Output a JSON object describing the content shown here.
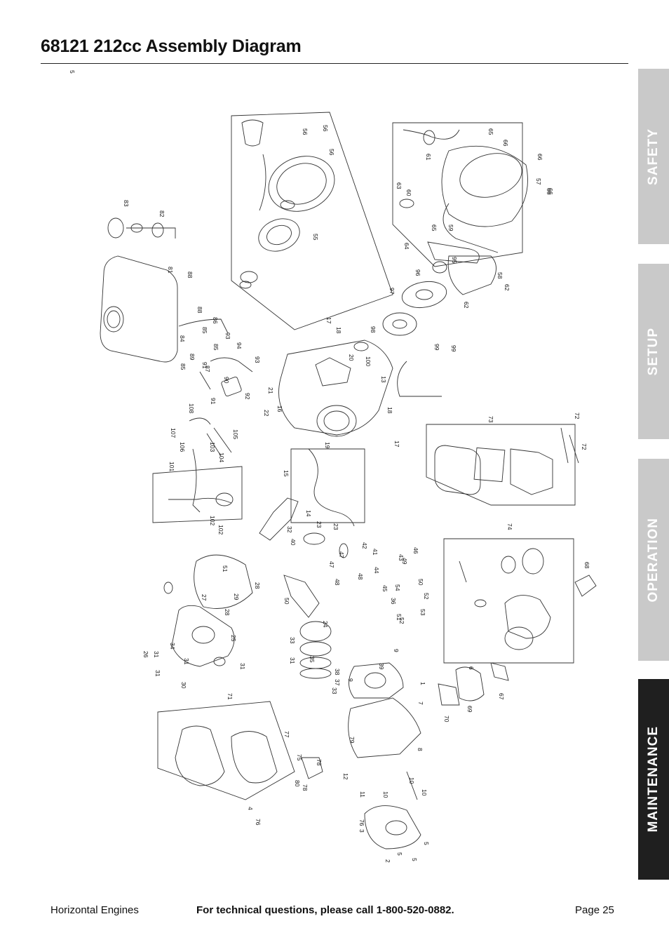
{
  "page_title": "68121 212cc Assembly Diagram",
  "side_tabs": [
    {
      "label": "SAFETY",
      "active": false
    },
    {
      "label": "SETUP",
      "active": false
    },
    {
      "label": "OPERATION",
      "active": false
    },
    {
      "label": "MAINTENANCE",
      "active": true
    }
  ],
  "footer": {
    "left": "Horizontal Engines",
    "center": "For technical questions, please call 1-800-520-0882.",
    "right": "Page 25"
  },
  "colors": {
    "tab_inactive": "#c9c9c9",
    "tab_active": "#1f1f1f",
    "text": "#111111"
  },
  "part_labels": [
    "56",
    "56",
    "56",
    "55",
    "61",
    "65",
    "66",
    "66",
    "66",
    "57",
    "66",
    "63",
    "60",
    "65",
    "59",
    "64",
    "96",
    "95",
    "97",
    "58",
    "62",
    "62",
    "83",
    "82",
    "81",
    "88",
    "88",
    "85",
    "86",
    "85",
    "84",
    "89",
    "85",
    "87",
    "91",
    "93",
    "94",
    "90",
    "92",
    "93",
    "91",
    "17",
    "18",
    "98",
    "20",
    "100",
    "99",
    "99",
    "13",
    "21",
    "22",
    "16",
    "18",
    "108",
    "107",
    "106",
    "103",
    "104",
    "105",
    "73",
    "72",
    "72",
    "19",
    "17",
    "15",
    "101",
    "14",
    "102",
    "102",
    "23",
    "23",
    "32",
    "40",
    "74",
    "68",
    "47",
    "47",
    "48",
    "48",
    "42",
    "41",
    "46",
    "49",
    "44",
    "45",
    "43",
    "54",
    "50",
    "50",
    "36",
    "51",
    "52",
    "53",
    "52",
    "51",
    "28",
    "27",
    "29",
    "28",
    "25",
    "24",
    "35",
    "33",
    "34",
    "26",
    "31",
    "31",
    "31",
    "31",
    "30",
    "31",
    "33",
    "37",
    "38",
    "39",
    "9",
    "9",
    "1",
    "7",
    "6",
    "67",
    "69",
    "70",
    "71",
    "77",
    "75",
    "78",
    "80",
    "78",
    "79",
    "8",
    "12",
    "11",
    "10",
    "10",
    "10",
    "4",
    "76",
    "76",
    "3",
    "2",
    "5",
    "5",
    "5",
    "5"
  ]
}
